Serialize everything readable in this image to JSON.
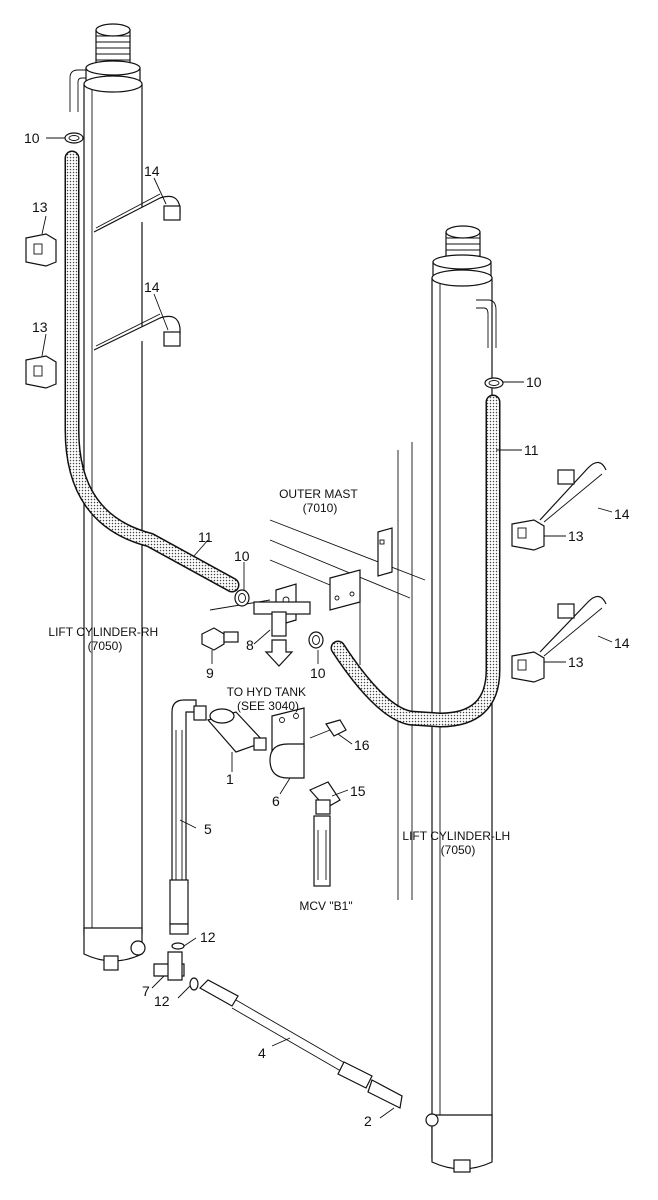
{
  "colors": {
    "ink": "#111111",
    "hose_fill": "#c9c9c9",
    "paper": "#ffffff",
    "shade": "#e6e6e6"
  },
  "labels": {
    "outer_mast": [
      "OUTER MAST",
      "(7010)"
    ],
    "lift_cylinder_rh": [
      "LIFT CYLINDER-RH",
      "(7050)"
    ],
    "lift_cylinder_lh": [
      "LIFT CYLINDER-LH",
      "(7050)"
    ],
    "hyd_tank": [
      "TO HYD TANK",
      "(SEE 3040)"
    ],
    "mcv": "MCV \"B1\""
  },
  "callouts": [
    {
      "id": "c10a",
      "text": "10"
    },
    {
      "id": "c14a",
      "text": "14"
    },
    {
      "id": "c13a",
      "text": "13"
    },
    {
      "id": "c14b",
      "text": "14"
    },
    {
      "id": "c13b",
      "text": "13"
    },
    {
      "id": "c10b",
      "text": "10"
    },
    {
      "id": "c11a",
      "text": "11"
    },
    {
      "id": "c14c",
      "text": "14"
    },
    {
      "id": "c13c",
      "text": "13"
    },
    {
      "id": "c11b",
      "text": "11"
    },
    {
      "id": "c10c",
      "text": "10"
    },
    {
      "id": "c8",
      "text": "8"
    },
    {
      "id": "c9",
      "text": "9"
    },
    {
      "id": "c10d",
      "text": "10"
    },
    {
      "id": "c14d",
      "text": "14"
    },
    {
      "id": "c13d",
      "text": "13"
    },
    {
      "id": "c16",
      "text": "16"
    },
    {
      "id": "c1",
      "text": "1"
    },
    {
      "id": "c6",
      "text": "6"
    },
    {
      "id": "c15",
      "text": "15"
    },
    {
      "id": "c5",
      "text": "5"
    },
    {
      "id": "c12a",
      "text": "12"
    },
    {
      "id": "c7",
      "text": "7"
    },
    {
      "id": "c12b",
      "text": "12"
    },
    {
      "id": "c4",
      "text": "4"
    },
    {
      "id": "c2",
      "text": "2"
    }
  ]
}
